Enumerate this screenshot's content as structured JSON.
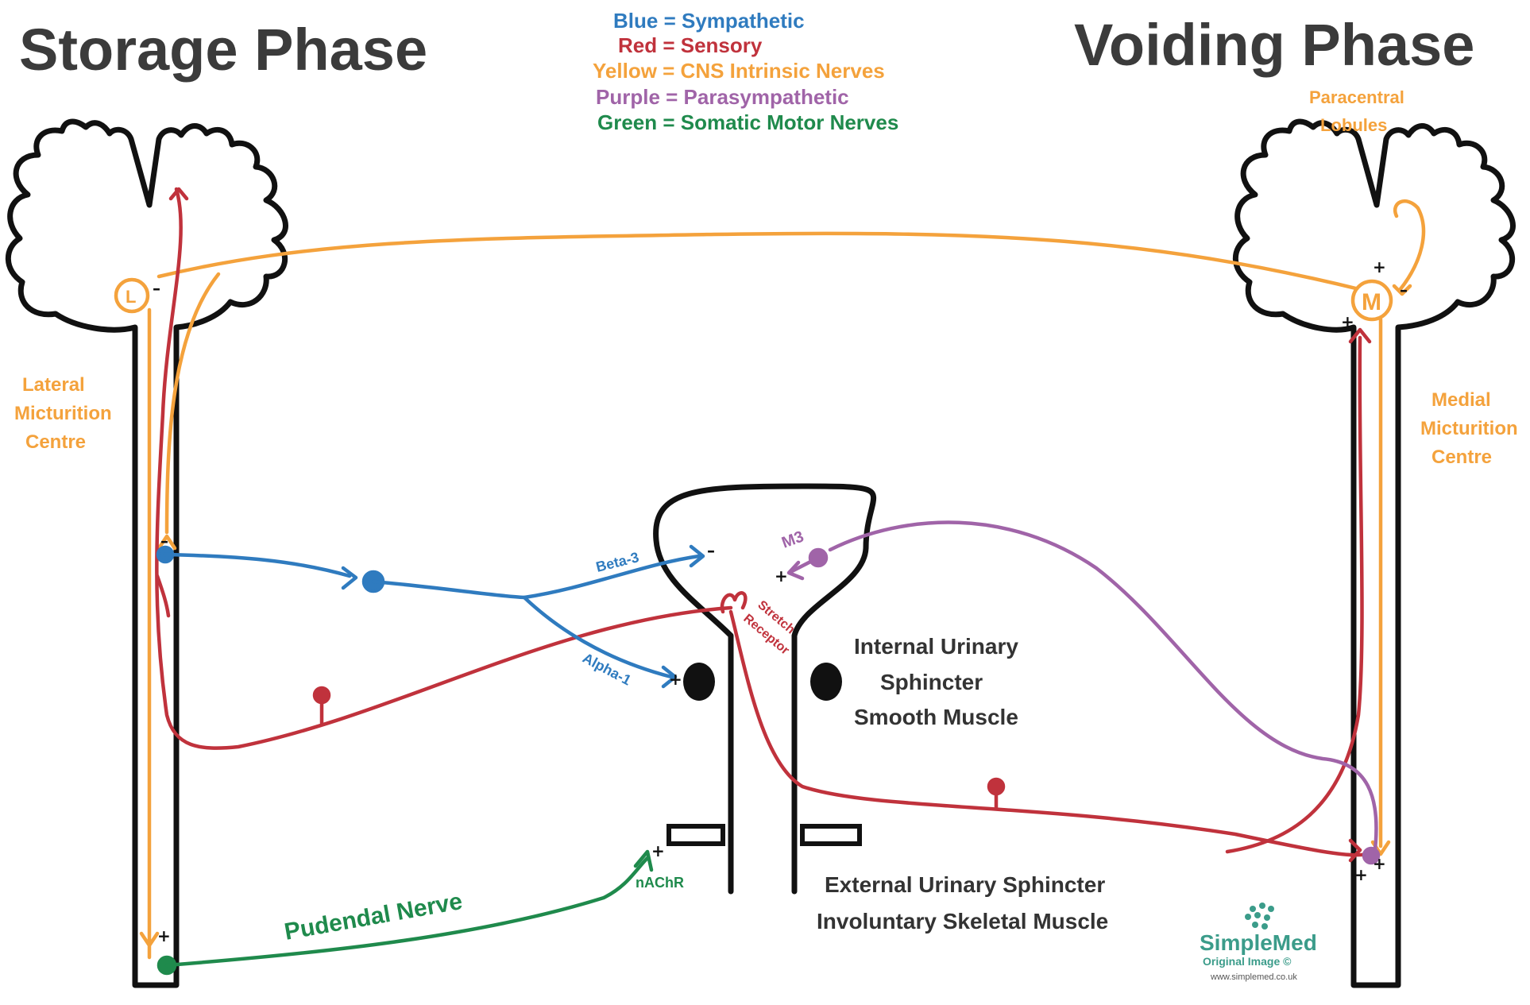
{
  "titles": {
    "storage": "Storage Phase",
    "voiding": "Voiding Phase"
  },
  "legend": {
    "blue": "Blue = Sympathetic",
    "red": "Red = Sensory",
    "yellow": "Yellow = CNS Intrinsic Nerves",
    "purple": "Purple = Parasympathetic",
    "green": "Green = Somatic Motor Nerves"
  },
  "labels": {
    "lateral": [
      "Lateral",
      "Micturition",
      "Centre"
    ],
    "medial": [
      "Medial",
      "Micturition",
      "Centre"
    ],
    "paracentral": [
      "Paracentral",
      "Lobules"
    ],
    "internal": [
      "Internal Urinary",
      "Sphincter",
      "Smooth Muscle"
    ],
    "external": [
      "External Urinary Sphincter",
      "Involuntary Skeletal Muscle"
    ],
    "pudendal": "Pudendal Nerve",
    "nachr": "nAChR",
    "beta3": "Beta-3",
    "alpha1": "Alpha-1",
    "m3": "M3",
    "stretch": [
      "Stretch",
      "Receptor"
    ],
    "lateral_node": "L",
    "medial_node": "M"
  },
  "logo": {
    "name": "SimpleMed",
    "line1": "Original Image ©",
    "line2": "www.simplemed.co.uk"
  },
  "colors": {
    "sympathetic": "#2f7bbf",
    "sensory": "#c0323c",
    "cns": "#f4a23c",
    "parasympathetic": "#a064a8",
    "somatic": "#1f8a4c"
  }
}
